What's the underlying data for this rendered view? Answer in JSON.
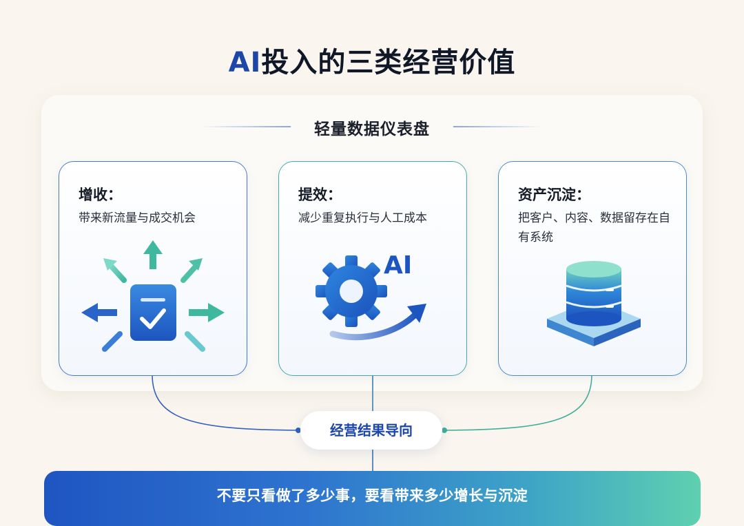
{
  "title": {
    "prefix": "AI",
    "rest": "投入的三类经营价值"
  },
  "subtitle": "轻量数据仪表盘",
  "cards": [
    {
      "title": "增收：",
      "desc": "带来新流量与成交机会",
      "icon": "document-check-arrows-icon"
    },
    {
      "title": "提效：",
      "desc": "减少重复执行与人工成本",
      "icon": "gear-ai-arrow-icon",
      "icon_text": "AI"
    },
    {
      "title": "资产沉淀：",
      "desc": "把客户、内容、数据留存在自有系统",
      "icon": "database-stack-icon"
    }
  ],
  "center_label": "经营结果导向",
  "banner": "不要只看做了多少事，要看带来多少增长与沉淀",
  "colors": {
    "accent_blue": "#1c46a8",
    "accent_teal": "#3fb8a0"
  }
}
